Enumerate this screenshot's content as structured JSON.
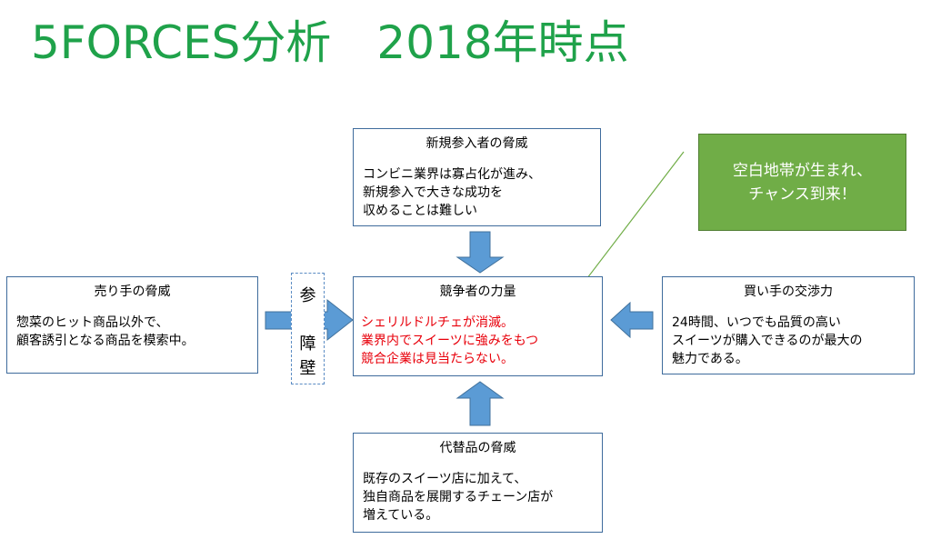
{
  "title": "5FORCES分析　2018年時点",
  "boxes": {
    "new_entrants": {
      "heading": "新規参入者の脅威",
      "body": "コンビニ業界は寡占化が進み、\n新規参入で大きな成功を\n収めることは難しい"
    },
    "suppliers": {
      "heading": "売り手の脅威",
      "body": "惣菜のヒット商品以外で、\n顧客誘引となる商品を模索中。"
    },
    "rivalry": {
      "heading": "競争者の力量",
      "body": "シェリルドルチェが消滅。\n業界内でスイーツに強みをもつ\n競合企業は見当たらない。"
    },
    "buyers": {
      "heading": "買い手の交渉力",
      "body": "24時間、いつでも品質の高い\nスイーツが購入できるのが最大の\n魅力である。"
    },
    "substitutes": {
      "heading": "代替品の脅威",
      "body": "既存のスイーツ店に加えて、\n独自商品を展開するチェーン店が\n増えている。"
    }
  },
  "callout": "空白地帯が生まれ、\nチャンス到来！",
  "barrier": {
    "char_top": "参",
    "char_mid": "障",
    "char_bot": "壁"
  },
  "colors": {
    "title": "#1fa24a",
    "box_border": "#3e6b9c",
    "arrow_fill": "#5b9bd5",
    "arrow_stroke": "#41719c",
    "callout_fill": "#70ad47",
    "highlight_text": "#e8000b"
  }
}
